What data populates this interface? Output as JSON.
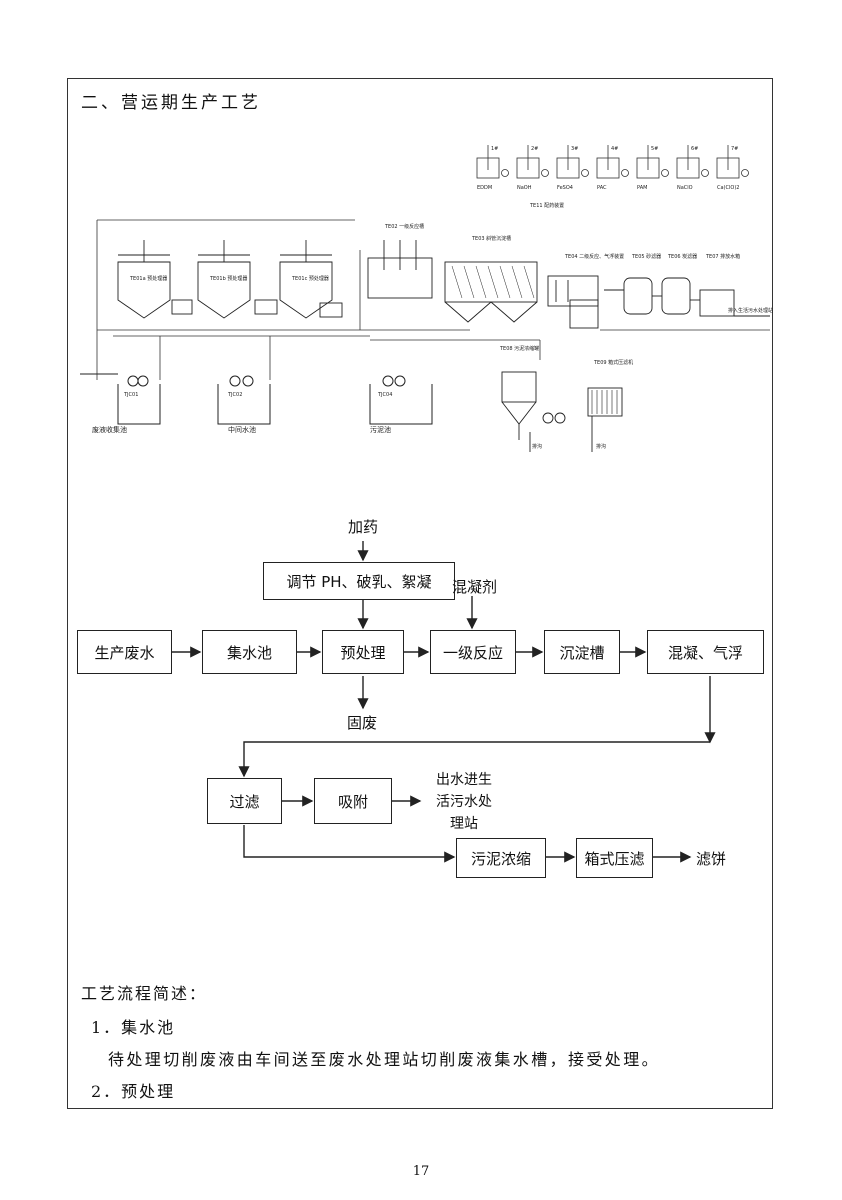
{
  "section_title": "二、营运期生产工艺",
  "schematic": {
    "dosing_units": [
      "1#",
      "2#",
      "3#",
      "4#",
      "5#",
      "6#",
      "7#"
    ],
    "dosing_chemicals": [
      "EDDM",
      "NaOH",
      "FeSO4",
      "PAC",
      "PAM",
      "NaClO",
      "Ca(ClO)2"
    ],
    "dosing_caption": "TE11 配药装置",
    "tank_labels": [
      "TE01a 预处理器",
      "TE01b 预处理器",
      "TE01c 预处理器"
    ],
    "pool_labels": [
      "废液收集池",
      "中间水池",
      "污泥池"
    ],
    "pool_tags": [
      "TJC01",
      "TJC02",
      "TJC04"
    ],
    "clarifier_label": "TE03 斜管沉淀槽",
    "filter_labels": [
      "TE04 二级反应、气浮装置",
      "TE05 砂滤器",
      "TE06 炭滤器",
      "TE07 排放水箱"
    ],
    "outlet_text": "排入生活污水处理站",
    "thickener_label": "TE08 污泥浓缩罐",
    "press_label": "TE09 箱式压滤机",
    "drain_labels": [
      "排沟",
      "排沟"
    ],
    "reaction_tank_label": "TE02 一级反应槽"
  },
  "flow": {
    "dosing_label": "加药",
    "pretreat_ops": "调节 PH、破乳、絮凝",
    "coagulant_label": "混凝剂",
    "main_row": [
      "生产废水",
      "集水池",
      "预处理",
      "一级反应",
      "沉淀槽",
      "混凝、气浮"
    ],
    "solid_waste": "固废",
    "row2": [
      "过滤",
      "吸附"
    ],
    "effluent_text": [
      "出水进生",
      "活污水处",
      "理站"
    ],
    "row3": [
      "污泥浓缩",
      "箱式压滤"
    ],
    "cake_label": "滤饼"
  },
  "description": {
    "heading": "工艺流程简述：",
    "item1_title": "1．集水池",
    "item1_body": "待处理切削废液由车间送至废水处理站切削废液集水槽，接受处理。",
    "item2_title": "2．预处理"
  },
  "page_number": "17"
}
